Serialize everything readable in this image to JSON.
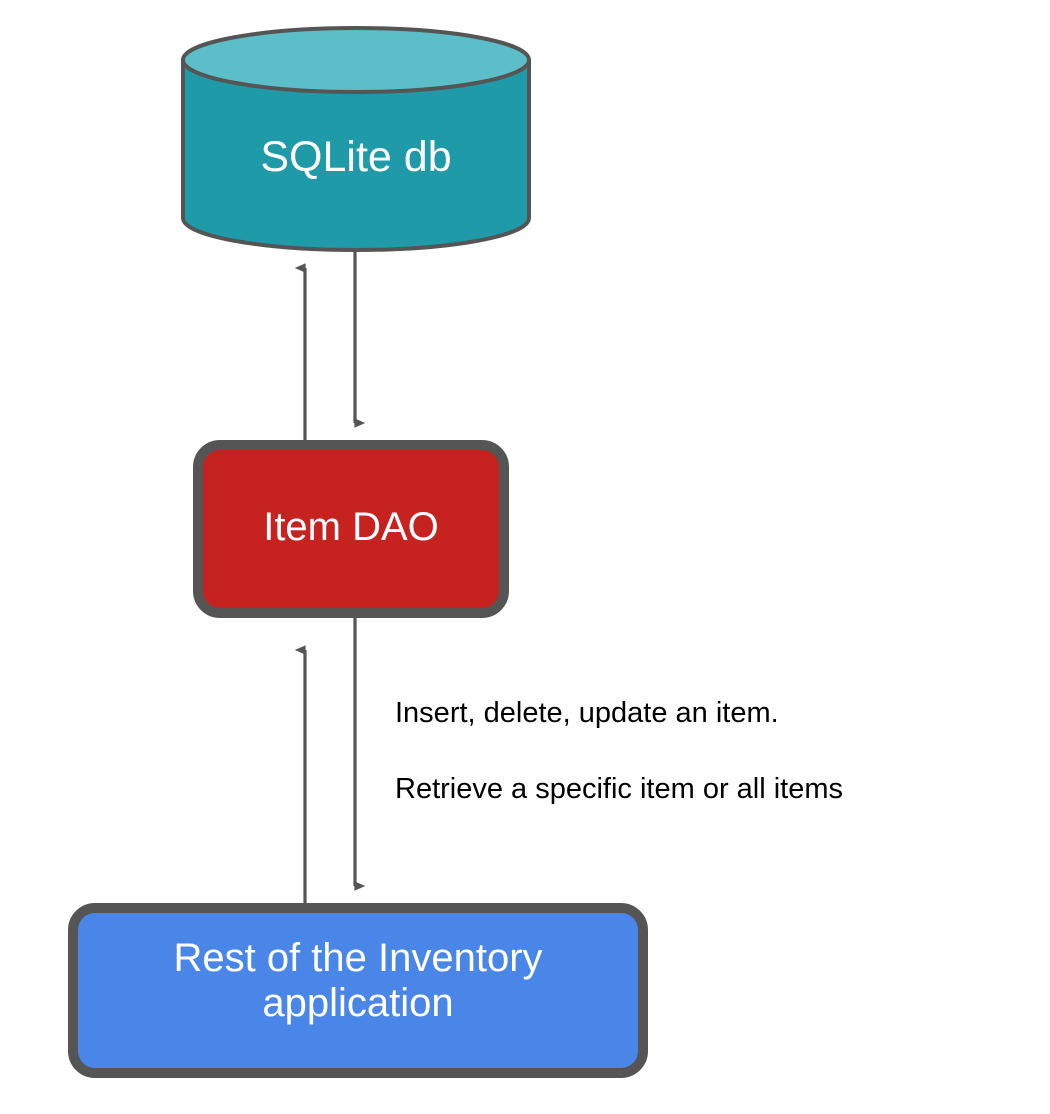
{
  "diagram": {
    "type": "architecture-flow-diagram",
    "background_color": "#ffffff",
    "stroke_color": "#555555",
    "nodes": [
      {
        "id": "sqlite-db",
        "shape": "cylinder",
        "label": "SQLite db",
        "fill_color": "#1f9aa8",
        "top_face_color": "#5cbec8",
        "text_color": "#ffffff",
        "border_color": "#555555"
      },
      {
        "id": "item-dao",
        "shape": "rounded-rectangle",
        "label": "Item DAO",
        "fill_color": "#c62320",
        "text_color": "#ffffff",
        "border_color": "#555555"
      },
      {
        "id": "rest-of-app",
        "shape": "rounded-rectangle",
        "label": "Rest of the Inventory\napplication",
        "fill_color": "#4a86e8",
        "text_color": "#ffffff",
        "border_color": "#555555"
      }
    ],
    "edges": [
      {
        "id": "dao-to-db",
        "from": "item-dao",
        "to": "sqlite-db",
        "direction": "up",
        "label": ""
      },
      {
        "id": "db-to-dao",
        "from": "sqlite-db",
        "to": "item-dao",
        "direction": "down",
        "label": ""
      },
      {
        "id": "app-to-dao",
        "from": "rest-of-app",
        "to": "item-dao",
        "direction": "up",
        "label": ""
      },
      {
        "id": "dao-to-app",
        "from": "item-dao",
        "to": "rest-of-app",
        "direction": "down",
        "label": ""
      }
    ],
    "annotations": {
      "line1": "Insert, delete, update an item.",
      "line2": "Retrieve a specific item or all items",
      "text_color": "#000000"
    }
  }
}
